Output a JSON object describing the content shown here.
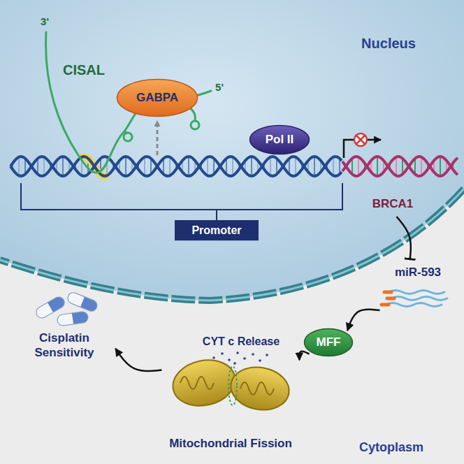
{
  "diagram": {
    "nodes": [
      {
        "text": [
          "GABPA"
        ]
      },
      {
        "text": [
          "Pol II"
        ]
      },
      {
        "text": [
          "Promoter"
        ]
      },
      {
        "text": [
          "BRCA1"
        ]
      },
      {
        "text": [
          "miR-593"
        ]
      },
      {
        "text": [
          "MFF"
        ]
      },
      {
        "text": [
          "Mitochondrial Fission"
        ]
      },
      {
        "text": [
          "Cisplatin Sensitivity"
        ]
      }
    ],
    "edges": [
      {
        "from": 3,
        "to": 4,
        "arrow": "to"
      },
      {
        "from": 4,
        "to": 5,
        "arrow": "to"
      },
      {
        "from": 5,
        "to": 6,
        "arrow": "to"
      },
      {
        "from": 6,
        "to": 7,
        "arrow": "to"
      }
    ],
    "labels": [
      "Nucleus",
      "CISAL",
      "3'",
      "5'",
      "CYT c Release",
      "Cytoplasm"
    ]
  }
}
